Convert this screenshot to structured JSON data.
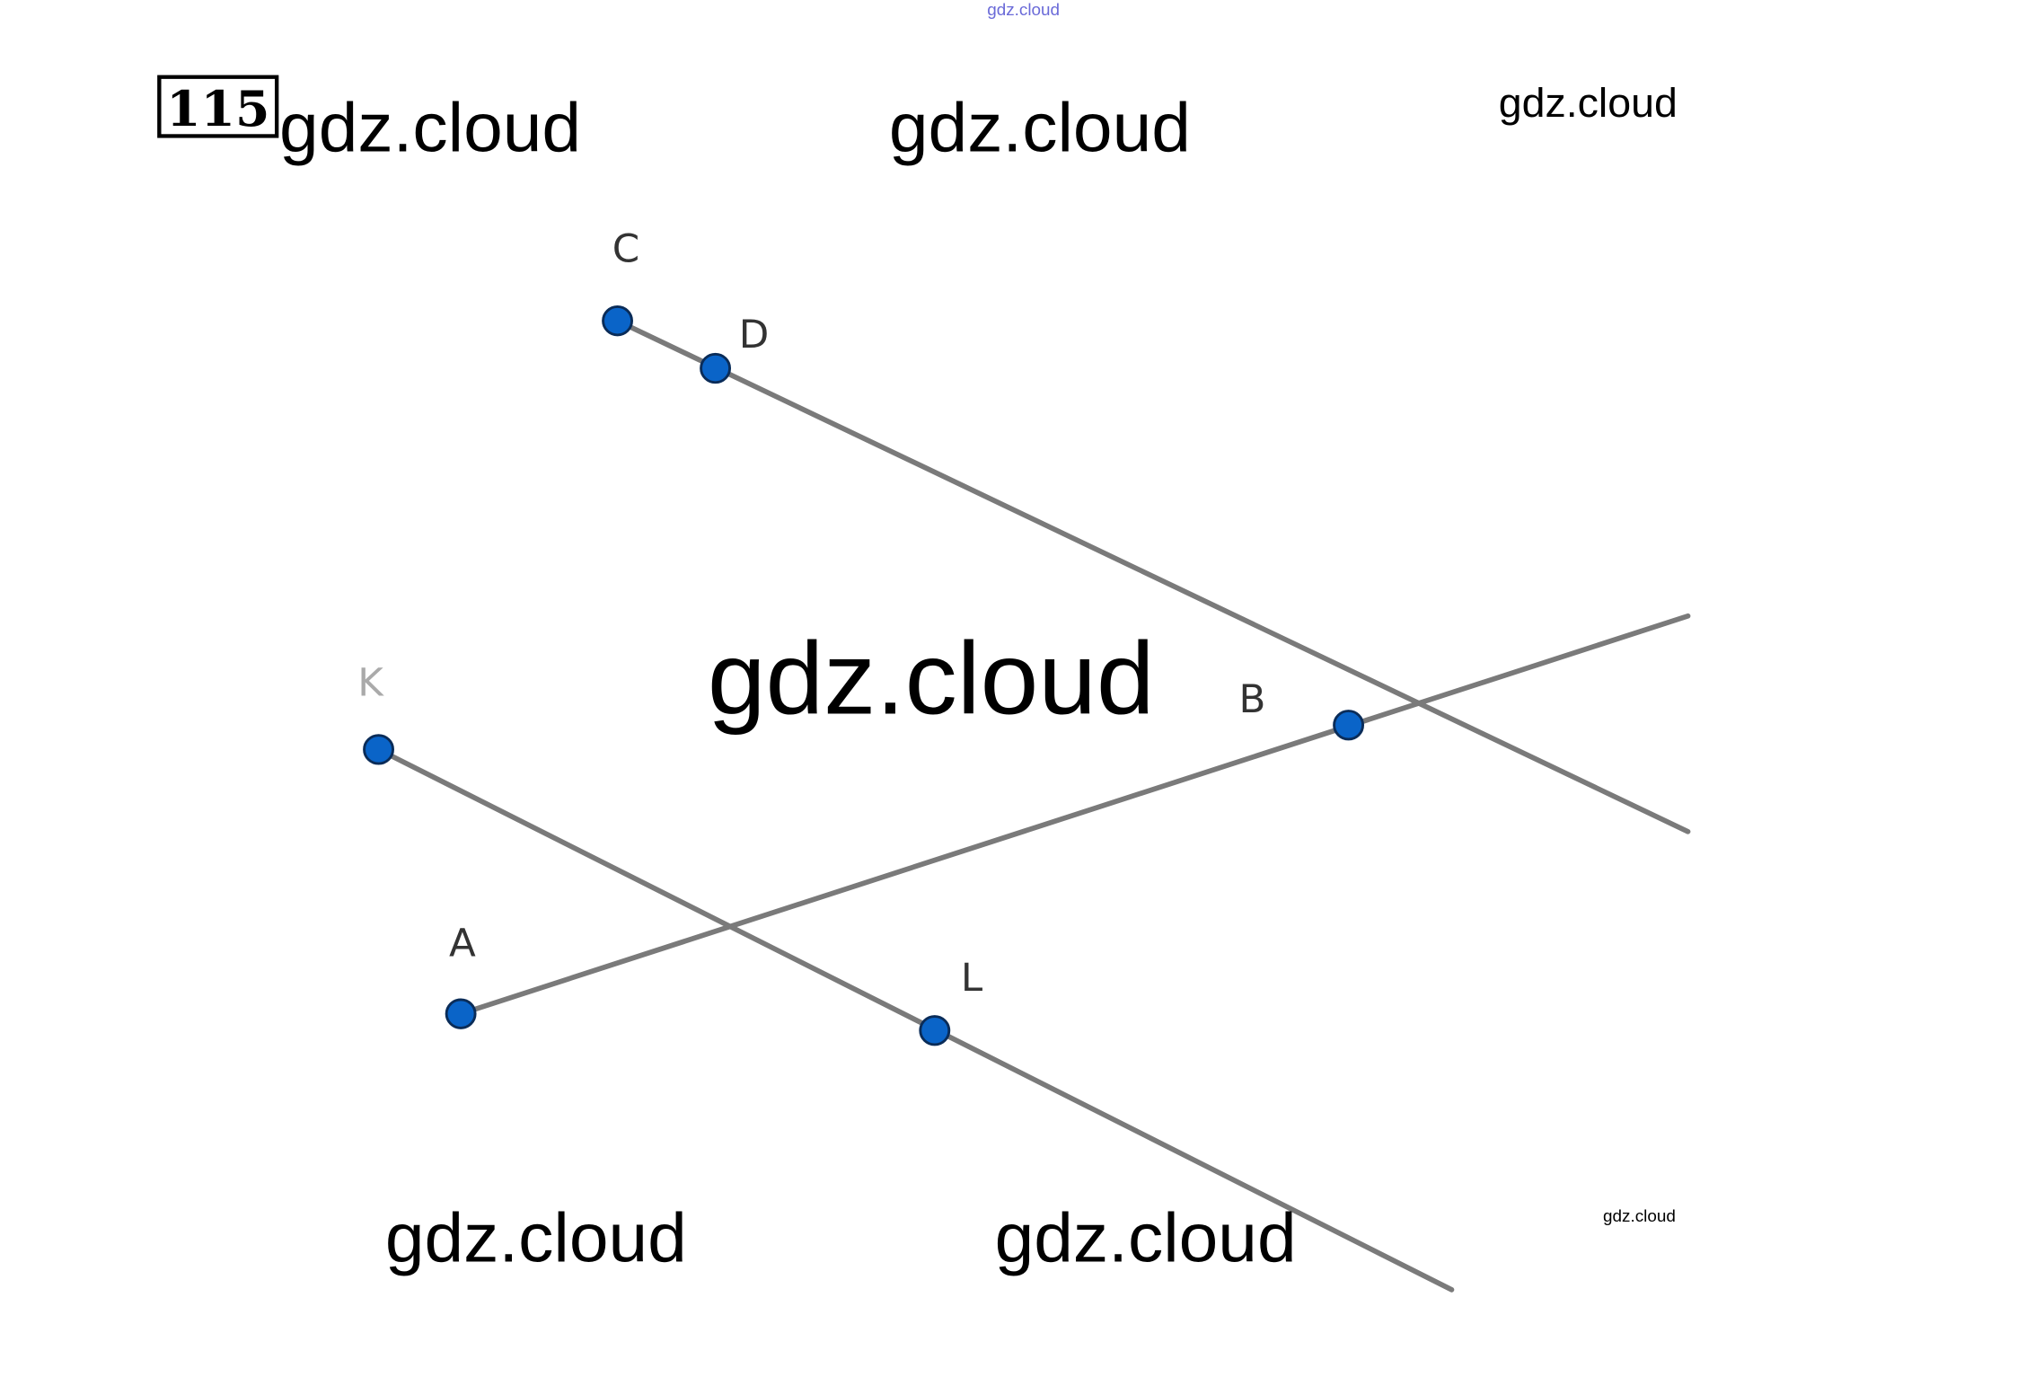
{
  "problem_number": "115",
  "watermarks": [
    "gdz.cloud",
    "gdz.cloud",
    "gdz.cloud",
    "gdz.cloud",
    "gdz.cloud",
    "gdz.cloud",
    "gdz.cloud",
    "gdz.cloud"
  ],
  "points": {
    "C": "C",
    "D": "D",
    "K": "K",
    "L": "L",
    "A": "A",
    "B": "B"
  },
  "colors": {
    "point": "#0a64c8",
    "line": "#7a7a7a",
    "top_watermark": "#6a6ad8"
  }
}
